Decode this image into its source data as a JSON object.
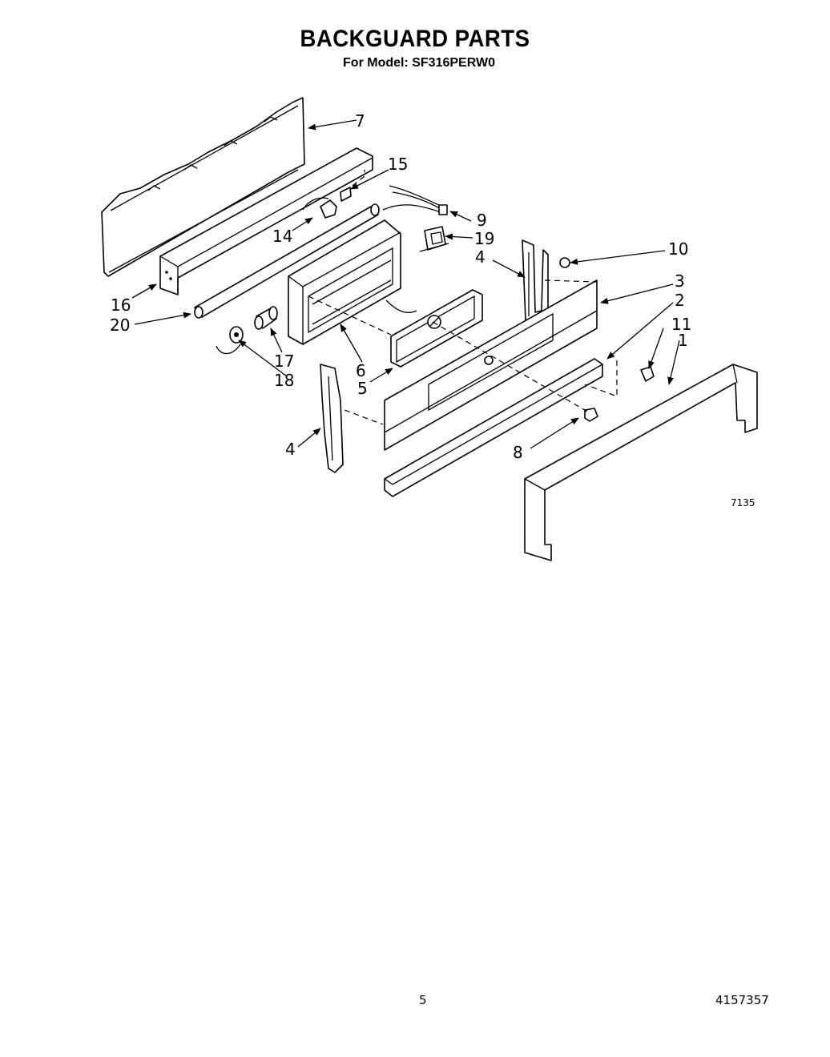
{
  "header": {
    "title": "BACKGUARD PARTS",
    "model_label": "For Model:",
    "model_number": "SF316PERW0"
  },
  "diagram": {
    "drawing_number": "7135",
    "callouts": {
      "c1": "1",
      "c2": "2",
      "c3": "3",
      "c4a": "4",
      "c4b": "4",
      "c5": "5",
      "c6": "6",
      "c7": "7",
      "c8": "8",
      "c9": "9",
      "c10": "10",
      "c11": "11",
      "c14": "14",
      "c15": "15",
      "c16": "16",
      "c17": "17",
      "c18": "18",
      "c19": "19",
      "c20": "20"
    }
  },
  "footer": {
    "page_number": "5",
    "document_number": "4157357"
  }
}
